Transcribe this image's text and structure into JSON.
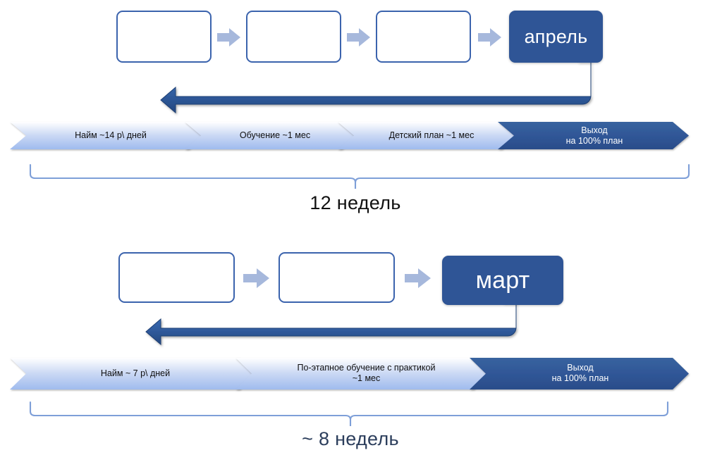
{
  "diagram": {
    "type": "process-flow-comparison",
    "colors": {
      "dark_blue": "#2f5596",
      "box_border": "#3b63ad",
      "step_arrow": "#a6b8dc",
      "chevron_light_start": "#ffffff",
      "chevron_light_end": "#a8c0ec",
      "chevron_dark": "#2f5596",
      "brace": "#7e9fd8",
      "feedback_arrow": "#2f5596",
      "caption_top": "#111111",
      "caption_bottom": "#2c3e5c"
    },
    "scenarios": [
      {
        "id": "current",
        "steps": [
          {
            "label": "",
            "filled": false
          },
          {
            "label": "",
            "filled": false
          },
          {
            "label": "",
            "filled": false
          },
          {
            "label": "апрель",
            "filled": true
          }
        ],
        "feedback_arrow": {
          "name": "feedback-loop-arrow",
          "direction": "right-to-left"
        },
        "timeline": {
          "segments": [
            {
              "label": "Найм ~14 р\\ дней",
              "tone": "light"
            },
            {
              "label": "Обучение ~1 мес",
              "tone": "light"
            },
            {
              "label": "Детский план ~1 мес",
              "tone": "light"
            },
            {
              "label": "Выход\nна 100% план",
              "tone": "dark"
            }
          ]
        },
        "duration": "12 недель"
      },
      {
        "id": "proposed",
        "steps": [
          {
            "label": "",
            "filled": false
          },
          {
            "label": "",
            "filled": false
          },
          {
            "label": "март",
            "filled": true
          }
        ],
        "feedback_arrow": {
          "name": "feedback-loop-arrow",
          "direction": "right-to-left"
        },
        "timeline": {
          "segments": [
            {
              "label": "Найм ~ 7 р\\ дней",
              "tone": "light"
            },
            {
              "label": "По-этапное обучение с практикой\n~1 мес",
              "tone": "light"
            },
            {
              "label": "Выход\nна 100% план",
              "tone": "dark"
            }
          ]
        },
        "duration": "~ 8 недель"
      }
    ]
  }
}
